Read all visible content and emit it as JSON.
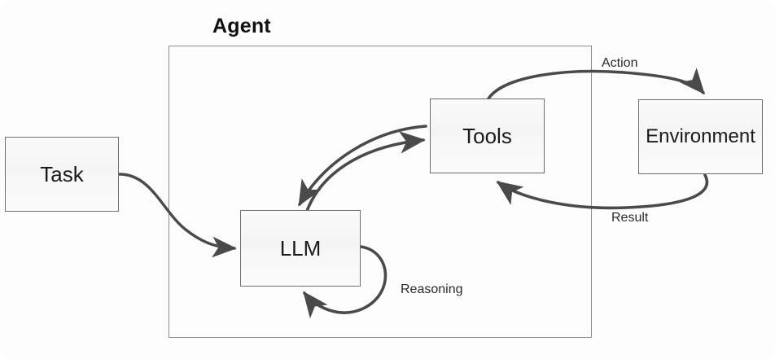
{
  "diagram": {
    "type": "flow-diagram",
    "title": "Agent",
    "background_color": "#fcfcfc",
    "node_fill": "#f7f7f7",
    "node_border": "#6e6e6e",
    "edge_color": "#4a4a4a",
    "container": {
      "label": "Agent",
      "encloses": [
        "LLM",
        "Tools"
      ]
    },
    "nodes": [
      {
        "id": "task",
        "label": "Task"
      },
      {
        "id": "llm",
        "label": "LLM"
      },
      {
        "id": "tools",
        "label": "Tools"
      },
      {
        "id": "environment",
        "label": "Environment"
      }
    ],
    "edges": [
      {
        "from": "task",
        "to": "llm",
        "label": ""
      },
      {
        "from": "llm",
        "to": "tools",
        "label": ""
      },
      {
        "from": "tools",
        "to": "llm",
        "label": ""
      },
      {
        "from": "llm",
        "to": "llm",
        "label": "Reasoning"
      },
      {
        "from": "tools",
        "to": "environment",
        "label": "Action"
      },
      {
        "from": "environment",
        "to": "tools",
        "label": "Result"
      }
    ],
    "edge_labels": {
      "action": "Action",
      "result": "Result",
      "reasoning": "Reasoning"
    }
  }
}
